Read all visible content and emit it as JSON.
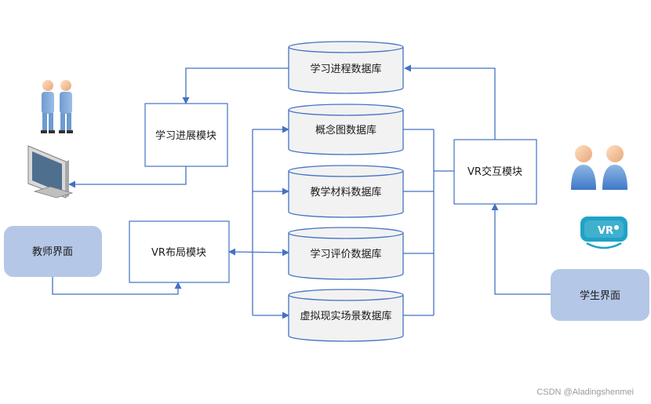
{
  "databases": {
    "progress": "学习进程数据库",
    "concept": "概念图数据库",
    "teaching": "教学材料数据库",
    "evaluation": "学习评价数据库",
    "vr_scene": "虚拟现实场景数据库"
  },
  "modules": {
    "progress": "学习进展模块",
    "vr_layout": "VR布局模块",
    "vr_interact": "VR交互模块"
  },
  "interfaces": {
    "teacher": "教师界面",
    "student": "学生界面"
  },
  "vr_logo_text": "VR",
  "watermark": "CSDN @Aladingshenmei",
  "colors": {
    "line": "#4472c4",
    "box_border": "#4472c4",
    "interface_fill": "#b4c7e7",
    "db_fill": "#f2f2f2"
  }
}
